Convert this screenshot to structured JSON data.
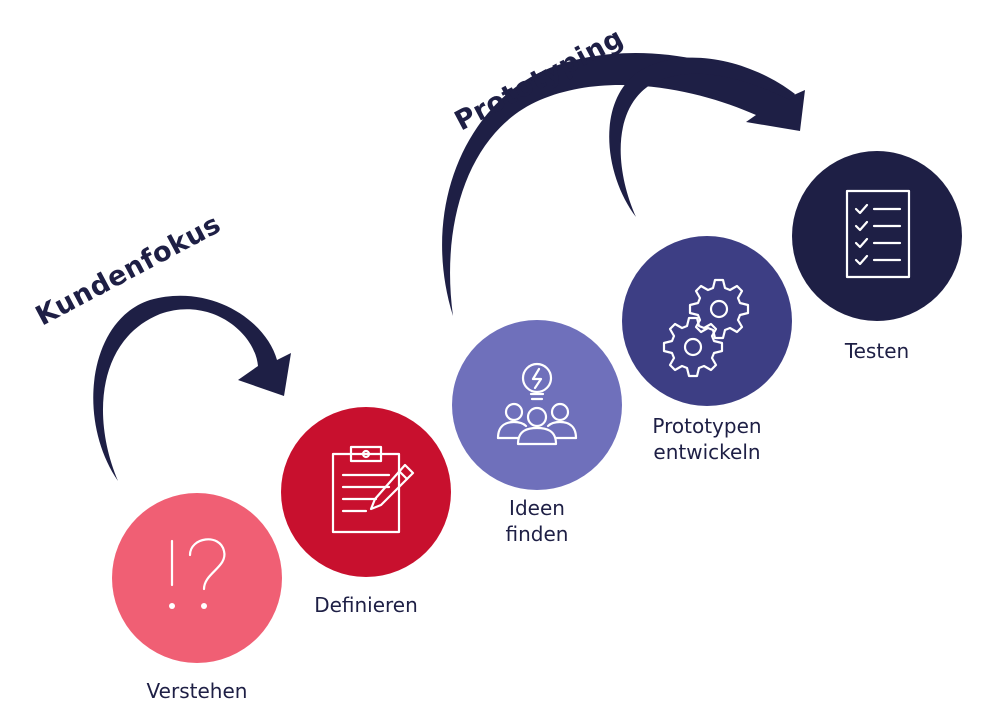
{
  "phases": [
    {
      "label": "Kundenfokus"
    },
    {
      "label": "Prototyping"
    }
  ],
  "steps": [
    {
      "label": "Verstehen",
      "icon": "exclamation-question-icon",
      "color": "#f05f74"
    },
    {
      "label": "Definieren",
      "icon": "clipboard-pencil-icon",
      "color": "#c8102e"
    },
    {
      "label": "Ideen\nfinden",
      "icon": "lightbulb-team-icon",
      "color": "#6f70bb"
    },
    {
      "label": "Prototypen\nentwickeln",
      "icon": "gears-icon",
      "color": "#3d3e84"
    },
    {
      "label": "Testen",
      "icon": "checklist-icon",
      "color": "#1e1f45"
    }
  ],
  "arrow_color": "#1e1f45"
}
